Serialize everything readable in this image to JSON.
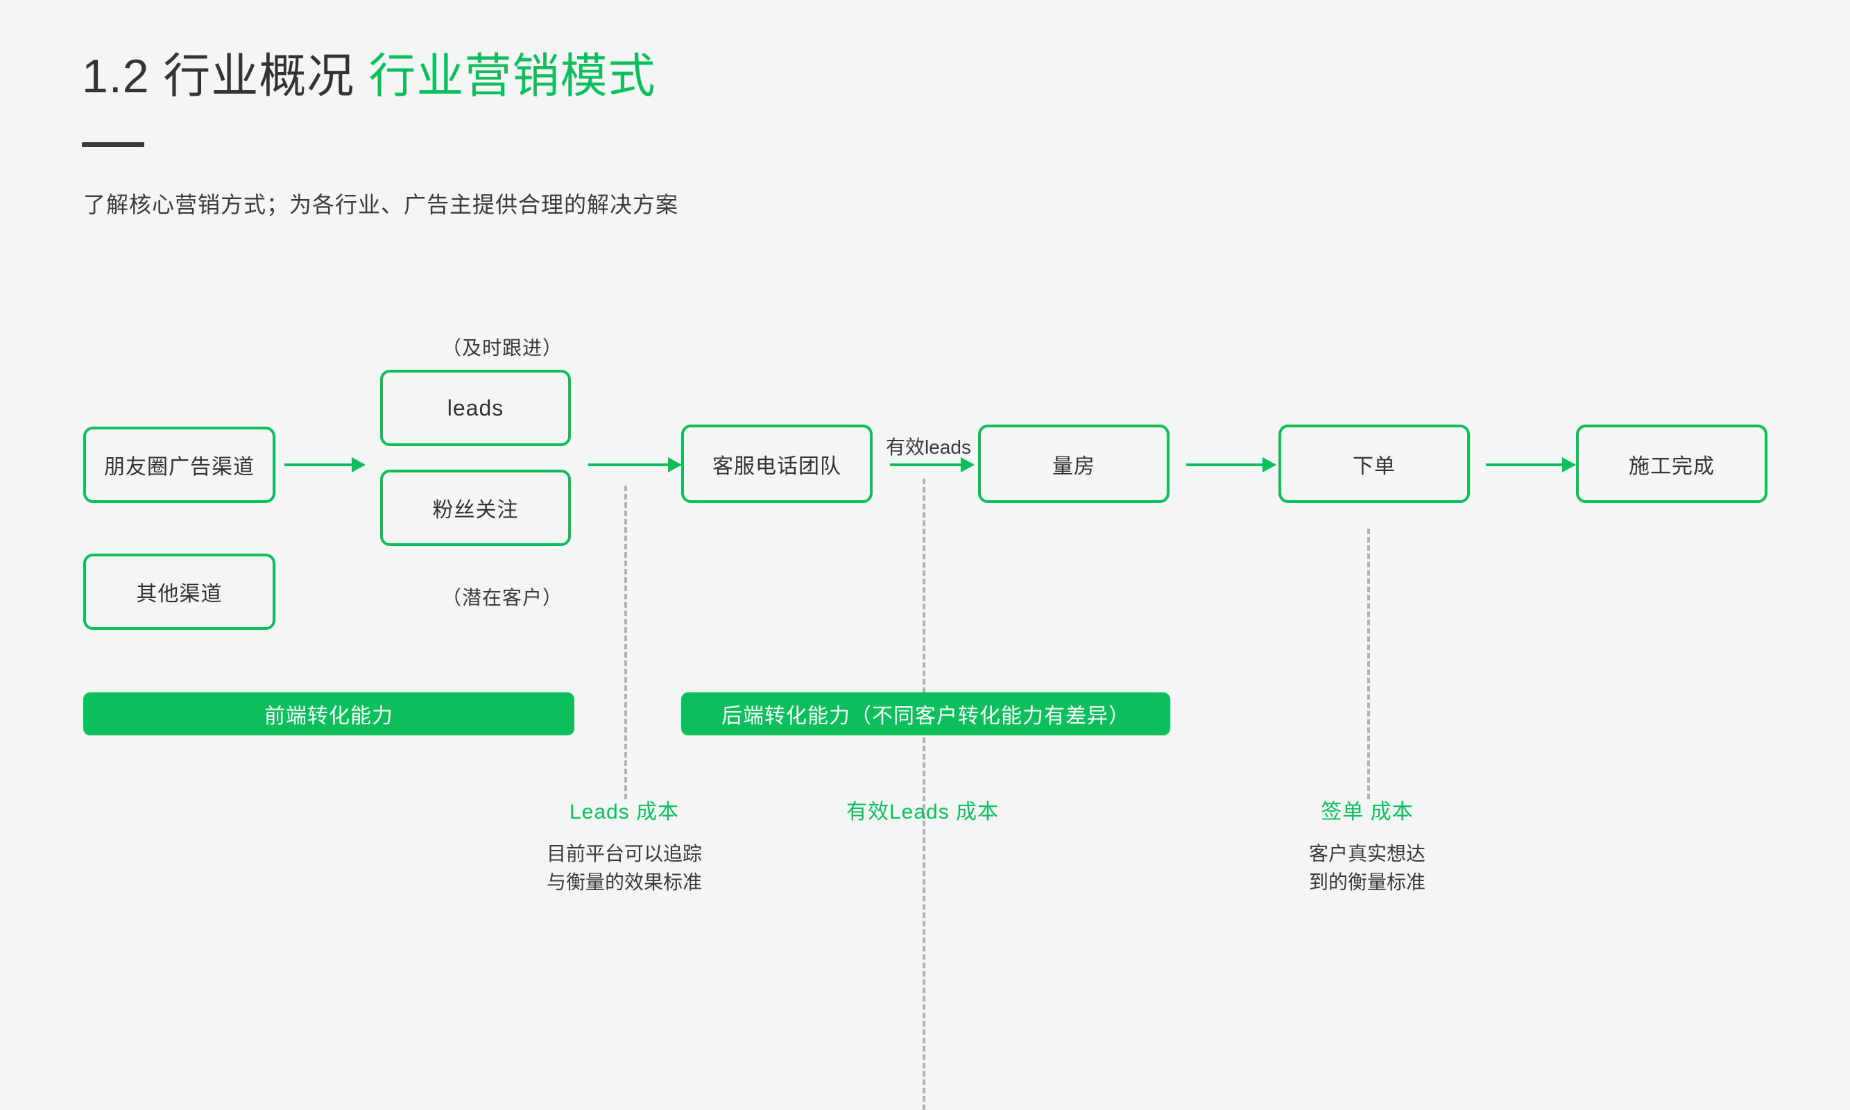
{
  "header": {
    "title_dark": "1.2 行业概况",
    "title_green": "行业营销模式",
    "subtitle": "了解核心营销方式；为各行业、广告主提供合理的解决方案"
  },
  "colors": {
    "accent_green": "#0cbf5c",
    "background": "#f4f5f5",
    "text_dark": "#3a3a3a",
    "dash_gray": "#b0b2b2"
  },
  "flow": {
    "nodes": [
      {
        "id": "wechat-moments-ad-channel",
        "label": "朋友圈广告渠道"
      },
      {
        "id": "other-channel",
        "label": "其他渠道"
      },
      {
        "id": "leads",
        "label": "leads"
      },
      {
        "id": "fans-follow",
        "label": "粉丝关注"
      },
      {
        "id": "service-phone-team",
        "label": "客服电话团队"
      },
      {
        "id": "measure-room",
        "label": "量房"
      },
      {
        "id": "place-order",
        "label": "下单"
      },
      {
        "id": "construction-complete",
        "label": "施工完成"
      }
    ],
    "captions": {
      "above_leads": "（及时跟进）",
      "below_fans": "（潜在客户）"
    },
    "edge_labels": {
      "valid_leads": "有效leads"
    }
  },
  "banners": [
    {
      "id": "front-end-conversion",
      "label": "前端转化能力"
    },
    {
      "id": "back-end-conversion",
      "label": "后端转化能力（不同客户转化能力有差异）"
    }
  ],
  "notes": [
    {
      "id": "leads-cost",
      "title": "Leads 成本",
      "lines": [
        "目前平台可以追踪",
        "与衡量的效果标准"
      ]
    },
    {
      "id": "valid-leads-cost",
      "title": "有效Leads 成本",
      "lines": []
    },
    {
      "id": "signed-order-cost",
      "title": "签单 成本",
      "lines": [
        "客户真实想达",
        "到的衡量标准"
      ]
    }
  ]
}
